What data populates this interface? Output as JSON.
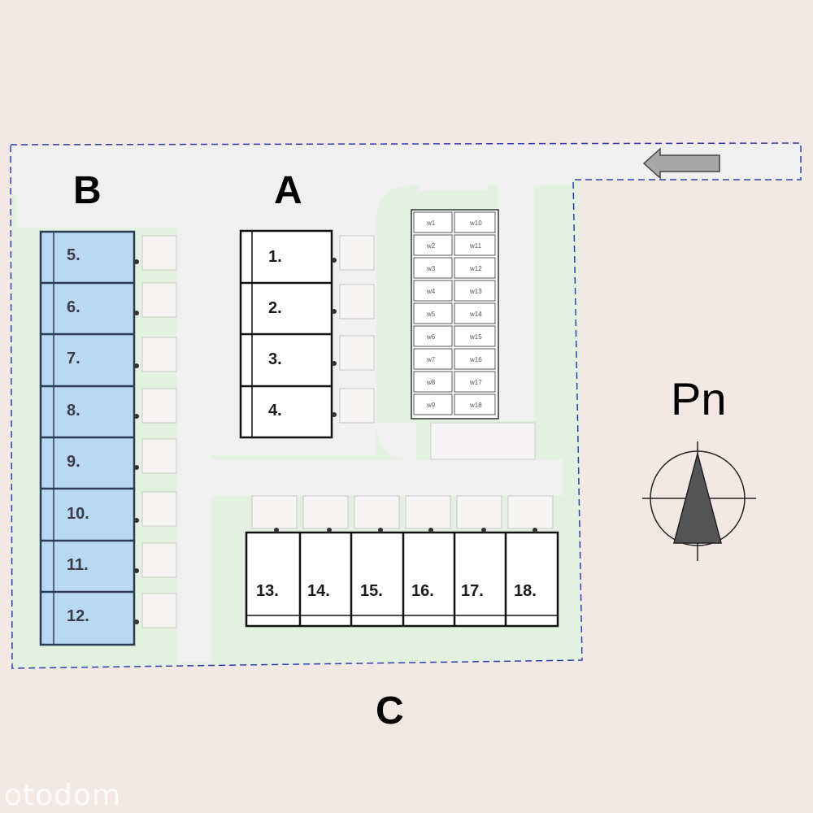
{
  "sections": {
    "a": "A",
    "b": "B",
    "c": "C"
  },
  "units": {
    "block_a": [
      "1.",
      "2.",
      "3.",
      "4."
    ],
    "block_b": [
      "5.",
      "6.",
      "7.",
      "8.",
      "9.",
      "10.",
      "11.",
      "12."
    ],
    "block_c": [
      "13.",
      "14.",
      "15.",
      "16.",
      "17.",
      "18."
    ]
  },
  "storage": {
    "left_column": [
      "w1",
      "w2",
      "w3",
      "w4",
      "w5",
      "w6",
      "w7",
      "w8",
      "w9"
    ],
    "right_column": [
      "w10",
      "w11",
      "w12",
      "w13",
      "w14",
      "w15",
      "w16",
      "w17",
      "w18"
    ]
  },
  "compass": {
    "label": "Pn"
  },
  "watermark": "otodom",
  "colors": {
    "background": "#f3e9e4",
    "green_area": "#e3f1e1",
    "road": "#f0efef",
    "highlighted_units": "#b9d9f3",
    "boundary": "#2d3fae"
  }
}
